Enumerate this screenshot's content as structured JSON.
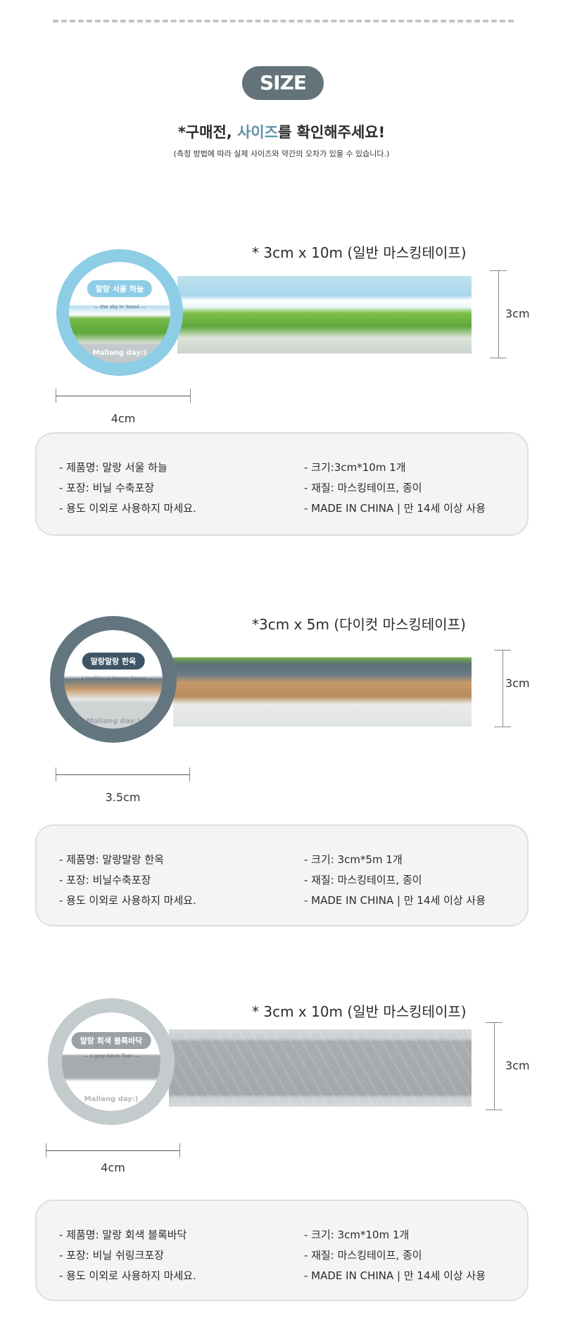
{
  "header": {
    "badge": "SIZE",
    "headline_prefix": "*구매전, ",
    "headline_highlight": "사이즈",
    "headline_suffix": "를 확인해주세요!",
    "subtext": "(측정 방법에 따라 실제 사이즈와 약간의 오차가 있을 수 있습니다.)",
    "highlight_color": "#5f93a8",
    "badge_color": "#637379"
  },
  "products": [
    {
      "size_title": "* 3cm x 10m (일반 마스킹테이프)",
      "roll_label": "말랑 서울 하늘",
      "roll_subtitle": "— the sky in Seoul —",
      "roll_brand": "Mallang day:)",
      "height_label": "3cm",
      "width_label": "4cm",
      "accent_color": "#8dcde6",
      "info_left": [
        "- 제품명: 말랑 서울 하늘",
        "- 포장: 비닐 수축포장",
        "- 용도 이외로 사용하지 마세요."
      ],
      "info_right": [
        "- 크기:3cm*10m 1개",
        "- 재질: 마스킹테이프, 종이",
        "- MADE IN CHINA |  만 14세 이상 사용"
      ]
    },
    {
      "size_title": "*3cm x 5m (다이컷 마스킹테이프)",
      "roll_label": "말랑말랑 한옥",
      "roll_subtitle": "— a traditional Korean house —",
      "roll_brand": "Mallang day:)",
      "height_label": "3cm",
      "width_label": "3.5cm",
      "accent_color": "#637680",
      "info_left": [
        "- 제품명: 말랑말랑 한옥",
        "- 포장: 비닐수축포장",
        "- 용도 이외로 사용하지 마세요."
      ],
      "info_right": [
        "- 크기: 3cm*5m 1개",
        "- 재질: 마스킹테이프, 종이",
        "- MADE IN CHINA |  만 14세 이상 사용"
      ]
    },
    {
      "size_title": "* 3cm x 10m (일반 마스킹테이프)",
      "roll_label": "말랑 회색 블록바닥",
      "roll_subtitle": "— a gray block floor —",
      "roll_brand": "Mallang day:)",
      "height_label": "3cm",
      "width_label": "4cm",
      "accent_color": "#c3cbcd",
      "info_left": [
        "- 제품명: 말랑 회색 블록바닥",
        "- 포장: 비닐 쉬링크포장",
        "- 용도 이외로 사용하지 마세요."
      ],
      "info_right": [
        "- 크기: 3cm*10m 1개",
        "- 재질: 마스킹테이프, 종이",
        "- MADE IN CHINA  |  만 14세 이상 사용"
      ]
    }
  ]
}
